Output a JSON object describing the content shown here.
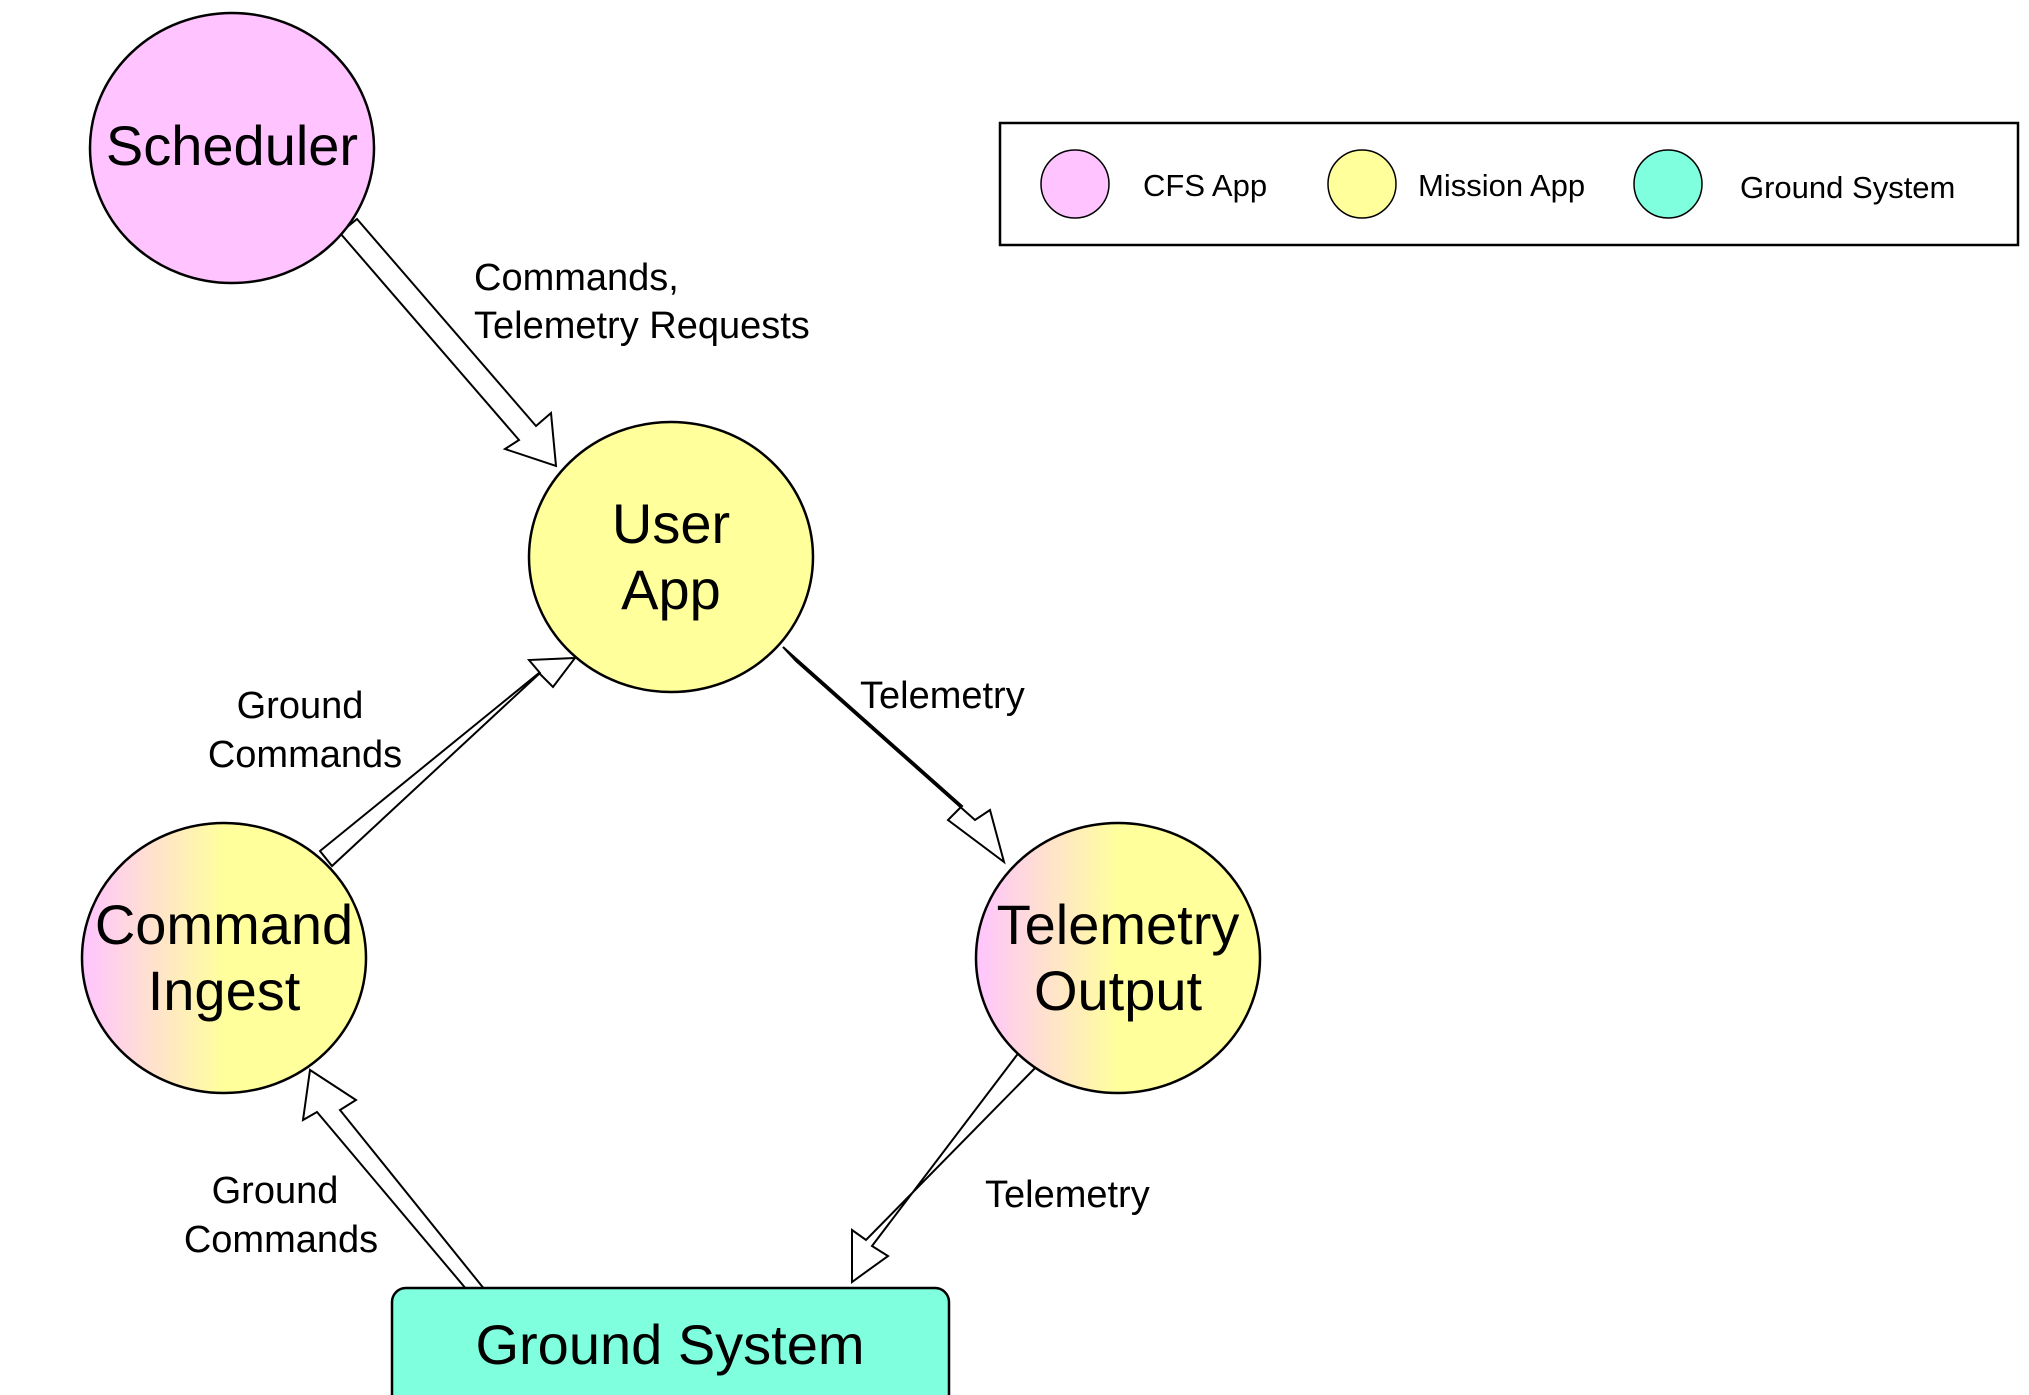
{
  "nodes": {
    "scheduler": {
      "lines": [
        "Scheduler"
      ],
      "type": "cfs"
    },
    "user_app": {
      "lines": [
        "User",
        "App"
      ],
      "type": "mission"
    },
    "command_ingest": {
      "lines": [
        "Command",
        "Ingest"
      ],
      "type": "cfs+mission"
    },
    "telemetry_output": {
      "lines": [
        "Telemetry",
        "Output"
      ],
      "type": "cfs+mission"
    },
    "ground_system": {
      "lines": [
        "Ground System"
      ],
      "type": "ground"
    }
  },
  "edges": {
    "scheduler_to_user_app": [
      "Commands,",
      "Telemetry Requests"
    ],
    "command_ingest_to_user_app": [
      "Ground",
      "Commands"
    ],
    "user_app_to_telemetry_output": [
      "Telemetry"
    ],
    "telemetry_output_to_ground": [
      "Telemetry"
    ],
    "ground_to_command_ingest": [
      "Ground",
      "Commands"
    ]
  },
  "legend": {
    "items": [
      {
        "label": "CFS App",
        "color": "#ffc4ff"
      },
      {
        "label": "Mission App",
        "color": "#ffff9c"
      },
      {
        "label": "Ground System",
        "color": "#80ffdf"
      }
    ]
  },
  "colors": {
    "cfs": "#ffc4ff",
    "mission": "#ffff9c",
    "ground": "#80ffdf",
    "stroke": "#000000"
  }
}
